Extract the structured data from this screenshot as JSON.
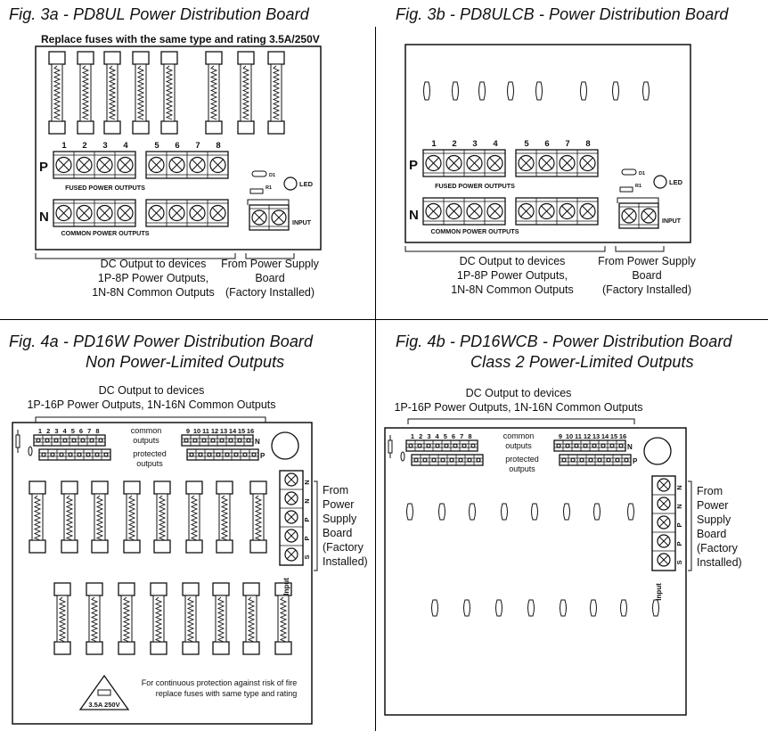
{
  "fig3a": {
    "title": "Fig. 3a  -  PD8UL Power Distribution Board",
    "fuse_note": "Replace fuses with the same type and rating 3.5A/250V",
    "p_label": "P",
    "n_label": "N",
    "numbers_left": [
      "1",
      "2",
      "3",
      "4"
    ],
    "numbers_right": [
      "5",
      "6",
      "7",
      "8"
    ],
    "fused_outputs": "FUSED   POWER   OUTPUTS",
    "common_outputs": "COMMON   POWER   OUTPUTS",
    "d1": "D1",
    "r1": "R1",
    "led": "LED",
    "input": "INPUT",
    "dc_output": [
      "DC Output to devices",
      "1P-8P Power Outputs,",
      "1N-8N Common Outputs"
    ],
    "from_psu": [
      "From Power Supply",
      "Board",
      "(Factory Installed)"
    ]
  },
  "fig3b": {
    "title": "Fig. 3b  -  PD8ULCB - Power Distribution Board",
    "p_label": "P",
    "n_label": "N",
    "numbers_left": [
      "1",
      "2",
      "3",
      "4"
    ],
    "numbers_right": [
      "5",
      "6",
      "7",
      "8"
    ],
    "fused_outputs": "FUSED   POWER   OUTPUTS",
    "common_outputs": "COMMON   POWER   OUTPUTS",
    "d1": "D1",
    "r1": "R1",
    "led": "LED",
    "input": "INPUT",
    "dc_output": [
      "DC Output to devices",
      "1P-8P Power Outputs,",
      "1N-8N Common Outputs"
    ],
    "from_psu": [
      "From Power Supply",
      "Board",
      "(Factory Installed)"
    ]
  },
  "fig4a": {
    "title_line1": "Fig. 4a  -  PD16W Power Distribution Board",
    "title_line2": "Non Power-Limited Outputs",
    "dc_output": [
      "DC Output to devices",
      "1P-16P Power Outputs, 1N-16N Common Outputs"
    ],
    "numbers_left": [
      "1",
      "2",
      "3",
      "4",
      "5",
      "6",
      "7",
      "8"
    ],
    "numbers_right": [
      "9",
      "10",
      "11",
      "12",
      "13",
      "14",
      "15",
      "16"
    ],
    "common_outputs": [
      "common",
      "outputs"
    ],
    "protected_outputs": [
      "protected",
      "outputs"
    ],
    "n": "N",
    "p": "P",
    "input_terms": [
      "N",
      "N",
      "P",
      "P",
      "S"
    ],
    "input": "Input",
    "from_psu": [
      "From",
      "Power",
      "Supply",
      "Board",
      "(Factory",
      "Installed)"
    ],
    "warning": [
      "For continuous protection against risk of fire",
      "replace fuses with same type and rating"
    ],
    "rating": "3.5A 250V"
  },
  "fig4b": {
    "title_line1": "Fig. 4b  -  PD16WCB - Power Distribution Board",
    "title_line2": "Class 2 Power-Limited Outputs",
    "dc_output": [
      "DC Output to devices",
      "1P-16P Power Outputs, 1N-16N Common Outputs"
    ],
    "numbers_left": [
      "1",
      "2",
      "3",
      "4",
      "5",
      "6",
      "7",
      "8"
    ],
    "numbers_right": [
      "9",
      "10",
      "11",
      "12",
      "13",
      "14",
      "15",
      "16"
    ],
    "common_outputs": [
      "common",
      "outputs"
    ],
    "protected_outputs": [
      "protected",
      "outputs"
    ],
    "n": "N",
    "p": "P",
    "input_terms": [
      "N",
      "N",
      "P",
      "P",
      "S"
    ],
    "input": "Input",
    "from_psu": [
      "From",
      "Power",
      "Supply",
      "Board",
      "(Factory",
      "Installed)"
    ]
  }
}
